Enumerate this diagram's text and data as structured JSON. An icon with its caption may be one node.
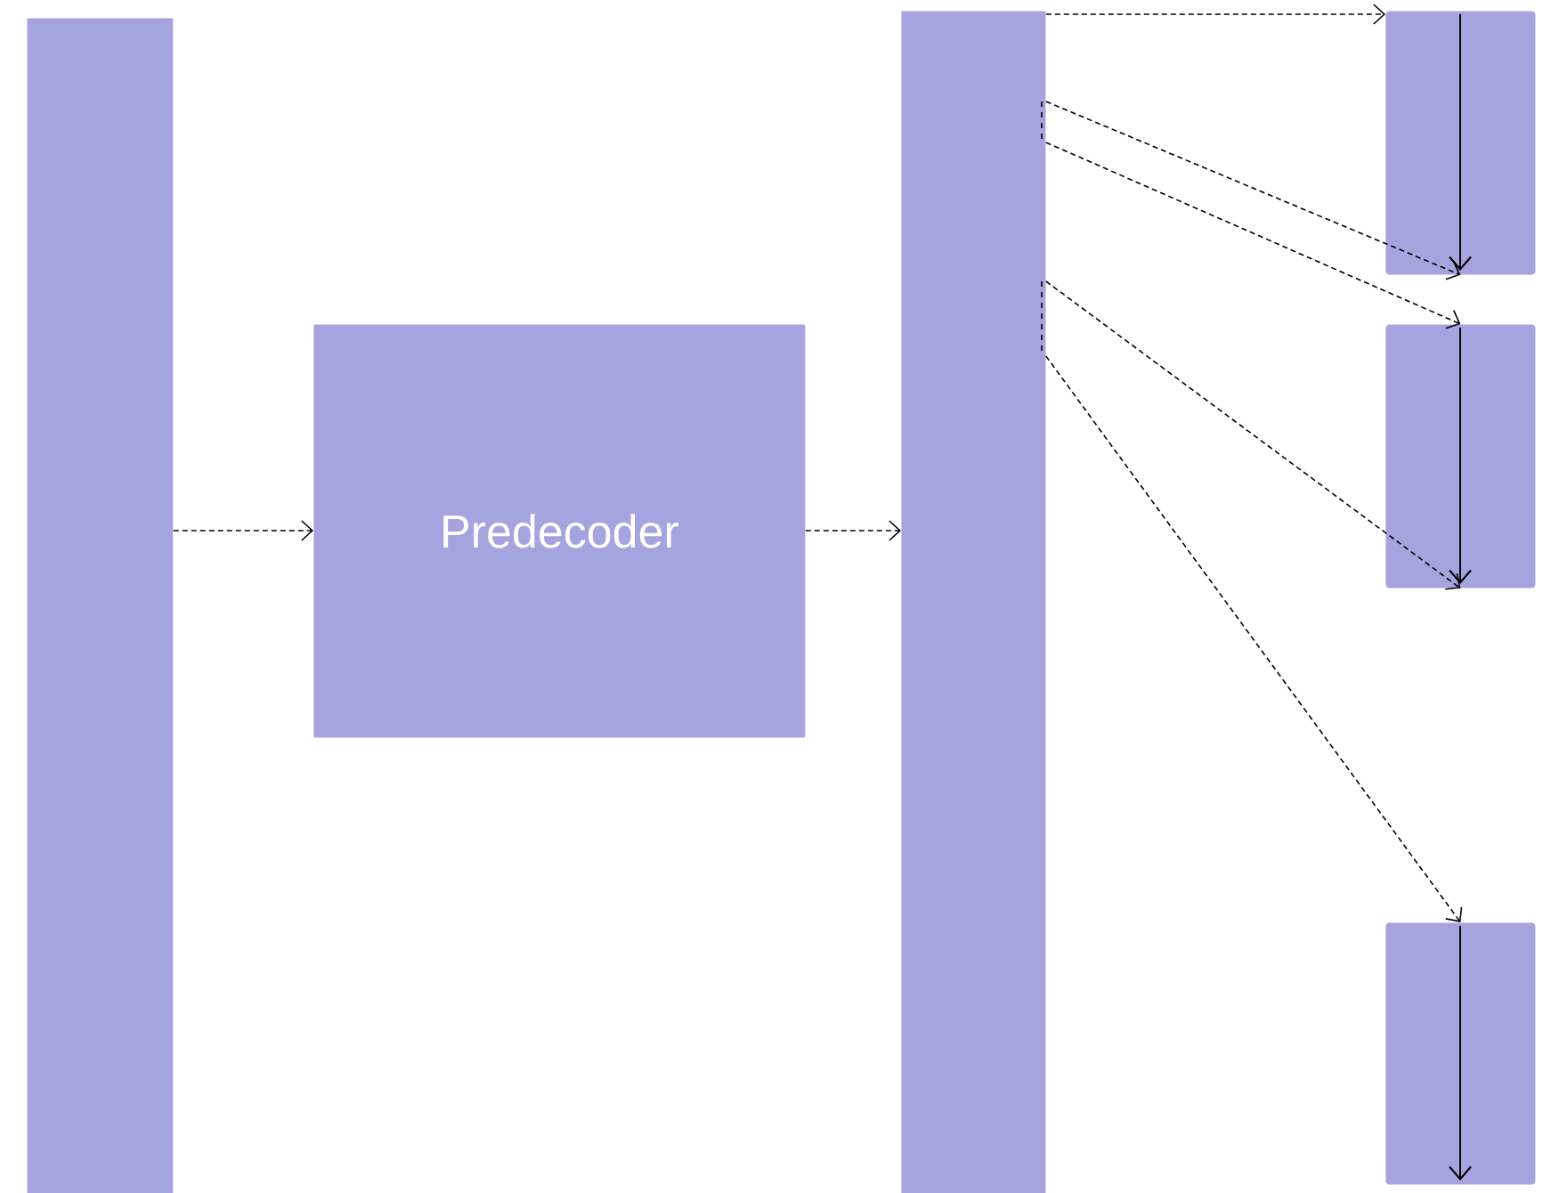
{
  "diagram": {
    "nodes": [
      {
        "text": [],
        "shape": "bar"
      },
      {
        "text": [
          "Predecoder"
        ]
      },
      {
        "text": [],
        "shape": "bar"
      },
      {
        "text": [],
        "shape": "box"
      },
      {
        "text": [],
        "shape": "box"
      },
      {
        "text": [],
        "shape": "box"
      }
    ],
    "edges": [
      {
        "from": 0,
        "to": 1,
        "arrow": "to",
        "style": "dashed"
      },
      {
        "from": 1,
        "to": 2,
        "arrow": "to",
        "style": "dashed"
      },
      {
        "from": 2,
        "to": 3,
        "arrow": "to",
        "style": "dashed"
      },
      {
        "from": 2,
        "to": 3,
        "arrow": "to",
        "style": "dashed"
      },
      {
        "from": 2,
        "to": 4,
        "arrow": "to",
        "style": "dashed"
      },
      {
        "from": 2,
        "to": 4,
        "arrow": "to",
        "style": "dashed"
      },
      {
        "from": 2,
        "to": 5,
        "arrow": "to",
        "style": "dashed"
      }
    ]
  }
}
